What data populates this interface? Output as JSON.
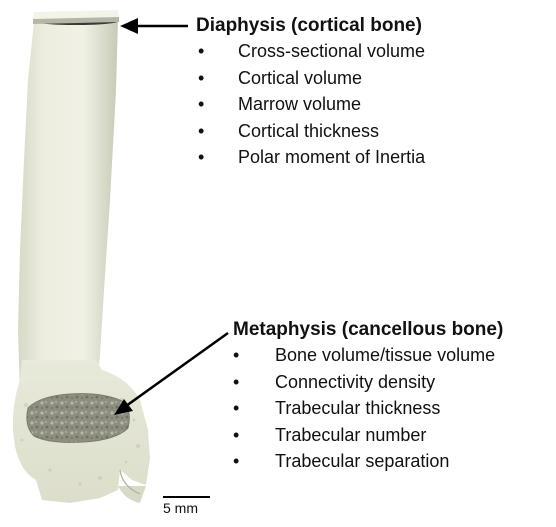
{
  "diaphysis": {
    "title": "Diaphysis (cortical bone)",
    "items": [
      "Cross-sectional volume",
      "Cortical volume",
      "Marrow volume",
      "Cortical thickness",
      "Polar moment of Inertia"
    ]
  },
  "metaphysis": {
    "title": "Metaphysis (cancellous bone)",
    "items": [
      "Bone volume/tissue volume",
      "Connectivity density",
      "Trabecular thickness",
      "Trabecular number",
      "Trabecular separation"
    ]
  },
  "scale_bar": {
    "label": "5 mm"
  },
  "bullet": "•",
  "colors": {
    "bone": "#ebecdc",
    "bone_shadow": "#c9cbb7",
    "cortical_ring": "#3a3a3a",
    "trabecular": "#8c8d80",
    "arrow": "#000000"
  }
}
